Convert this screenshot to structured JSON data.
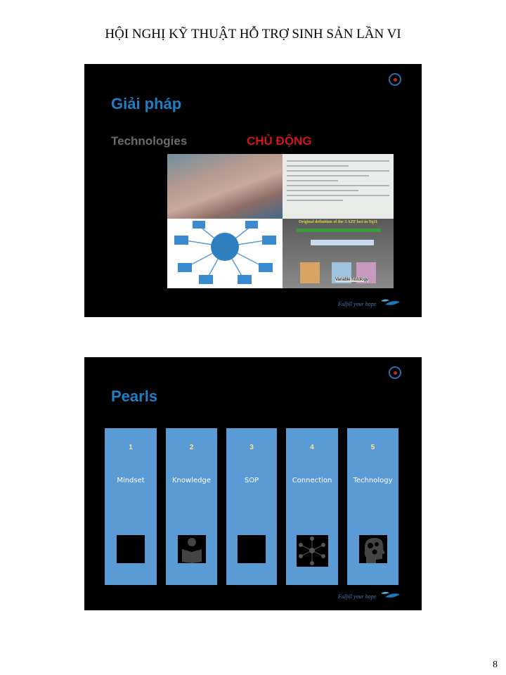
{
  "page": {
    "header": "HỘI NGHỊ KỸ THUẬT HỖ TRỢ SINH SẢN LẦN VI",
    "number": "8"
  },
  "slide1": {
    "title": "Giải pháp",
    "subtitle": "Technologies",
    "highlight": "CHỦ ĐỘNG",
    "azf_title": "Original definition of the 3 AZF loci in Yq11",
    "azf_label": "Variable histology",
    "tagline": "Fulfill your hope"
  },
  "slide2": {
    "title": "Pearls",
    "tagline": "Fulfill your hope",
    "pearls": [
      {
        "num": "1",
        "label": "Mindset",
        "icon": "blank-icon"
      },
      {
        "num": "2",
        "label": "Knowledge",
        "icon": "reader-icon"
      },
      {
        "num": "3",
        "label": "SOP",
        "icon": "blank-icon"
      },
      {
        "num": "4",
        "label": "Connection",
        "icon": "network-icon"
      },
      {
        "num": "5",
        "label": "Technology",
        "icon": "head-gears-icon"
      }
    ]
  },
  "colors": {
    "title": "#1e7fc4",
    "highlight": "#d01616",
    "column": "#5b9bd5",
    "number": "#ffe58a"
  }
}
